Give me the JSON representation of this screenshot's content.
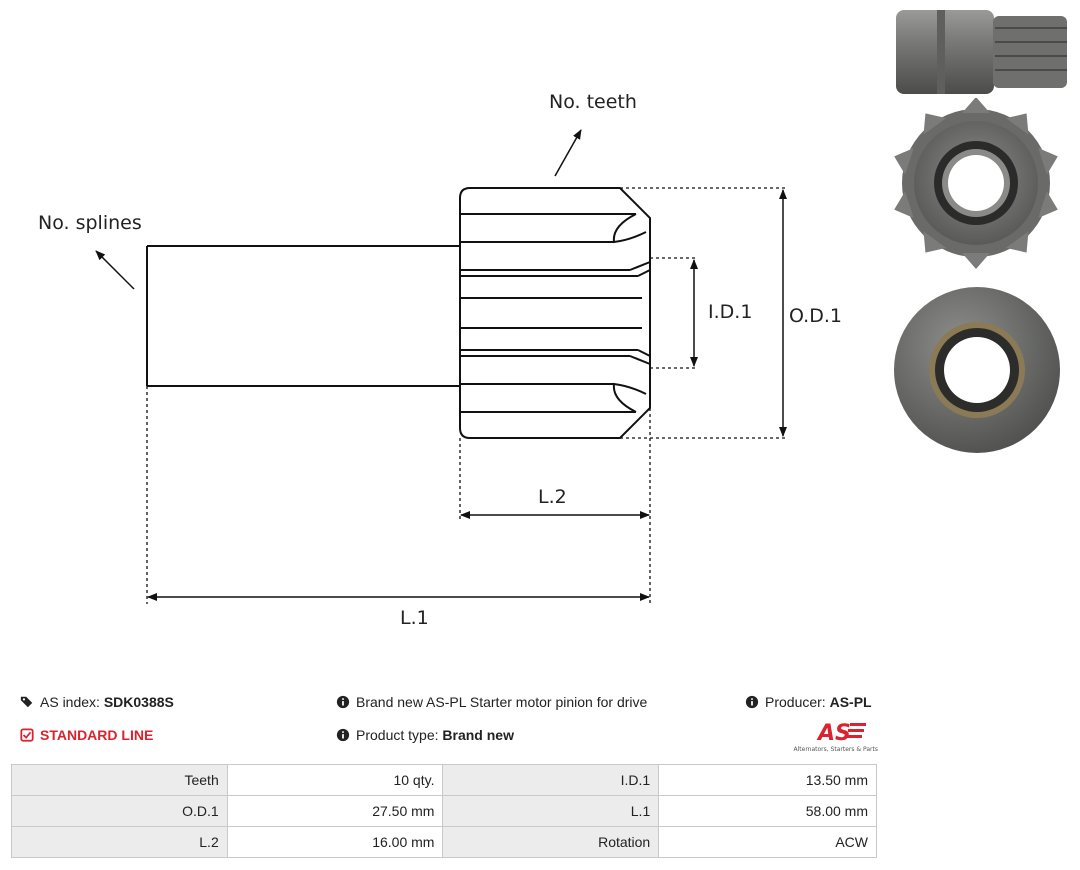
{
  "diagram": {
    "labels": {
      "no_teeth": "No. teeth",
      "no_splines": "No. splines",
      "id1": "I.D.1",
      "od1": "O.D.1",
      "l2": "L.2",
      "l1": "L.1"
    }
  },
  "info": {
    "as_index_label": "AS index:",
    "as_index_value": "SDK0388S",
    "standard_line": "STANDARD LINE",
    "description": "Brand new AS-PL Starter motor pinion for drive",
    "product_type_label": "Product type:",
    "product_type_value": "Brand new",
    "producer_label": "Producer:",
    "producer_value": "AS-PL",
    "logo_text": "AS",
    "logo_tagline": "Alternators, Starters & Parts"
  },
  "specs": [
    {
      "label": "Teeth",
      "value": "10 qty.",
      "label2": "I.D.1",
      "value2": "13.50 mm"
    },
    {
      "label": "O.D.1",
      "value": "27.50 mm",
      "label2": "L.1",
      "value2": "58.00 mm"
    },
    {
      "label": "L.2",
      "value": "16.00 mm",
      "label2": "Rotation",
      "value2": "ACW"
    }
  ],
  "colors": {
    "accent_red": "#d9232e",
    "table_label_bg": "#ececec",
    "border": "#c9c9c9",
    "metal": "#6b6c6a"
  },
  "icons": {
    "tags": "tags-icon",
    "check": "check-square-icon",
    "info": "info-circle-icon"
  }
}
